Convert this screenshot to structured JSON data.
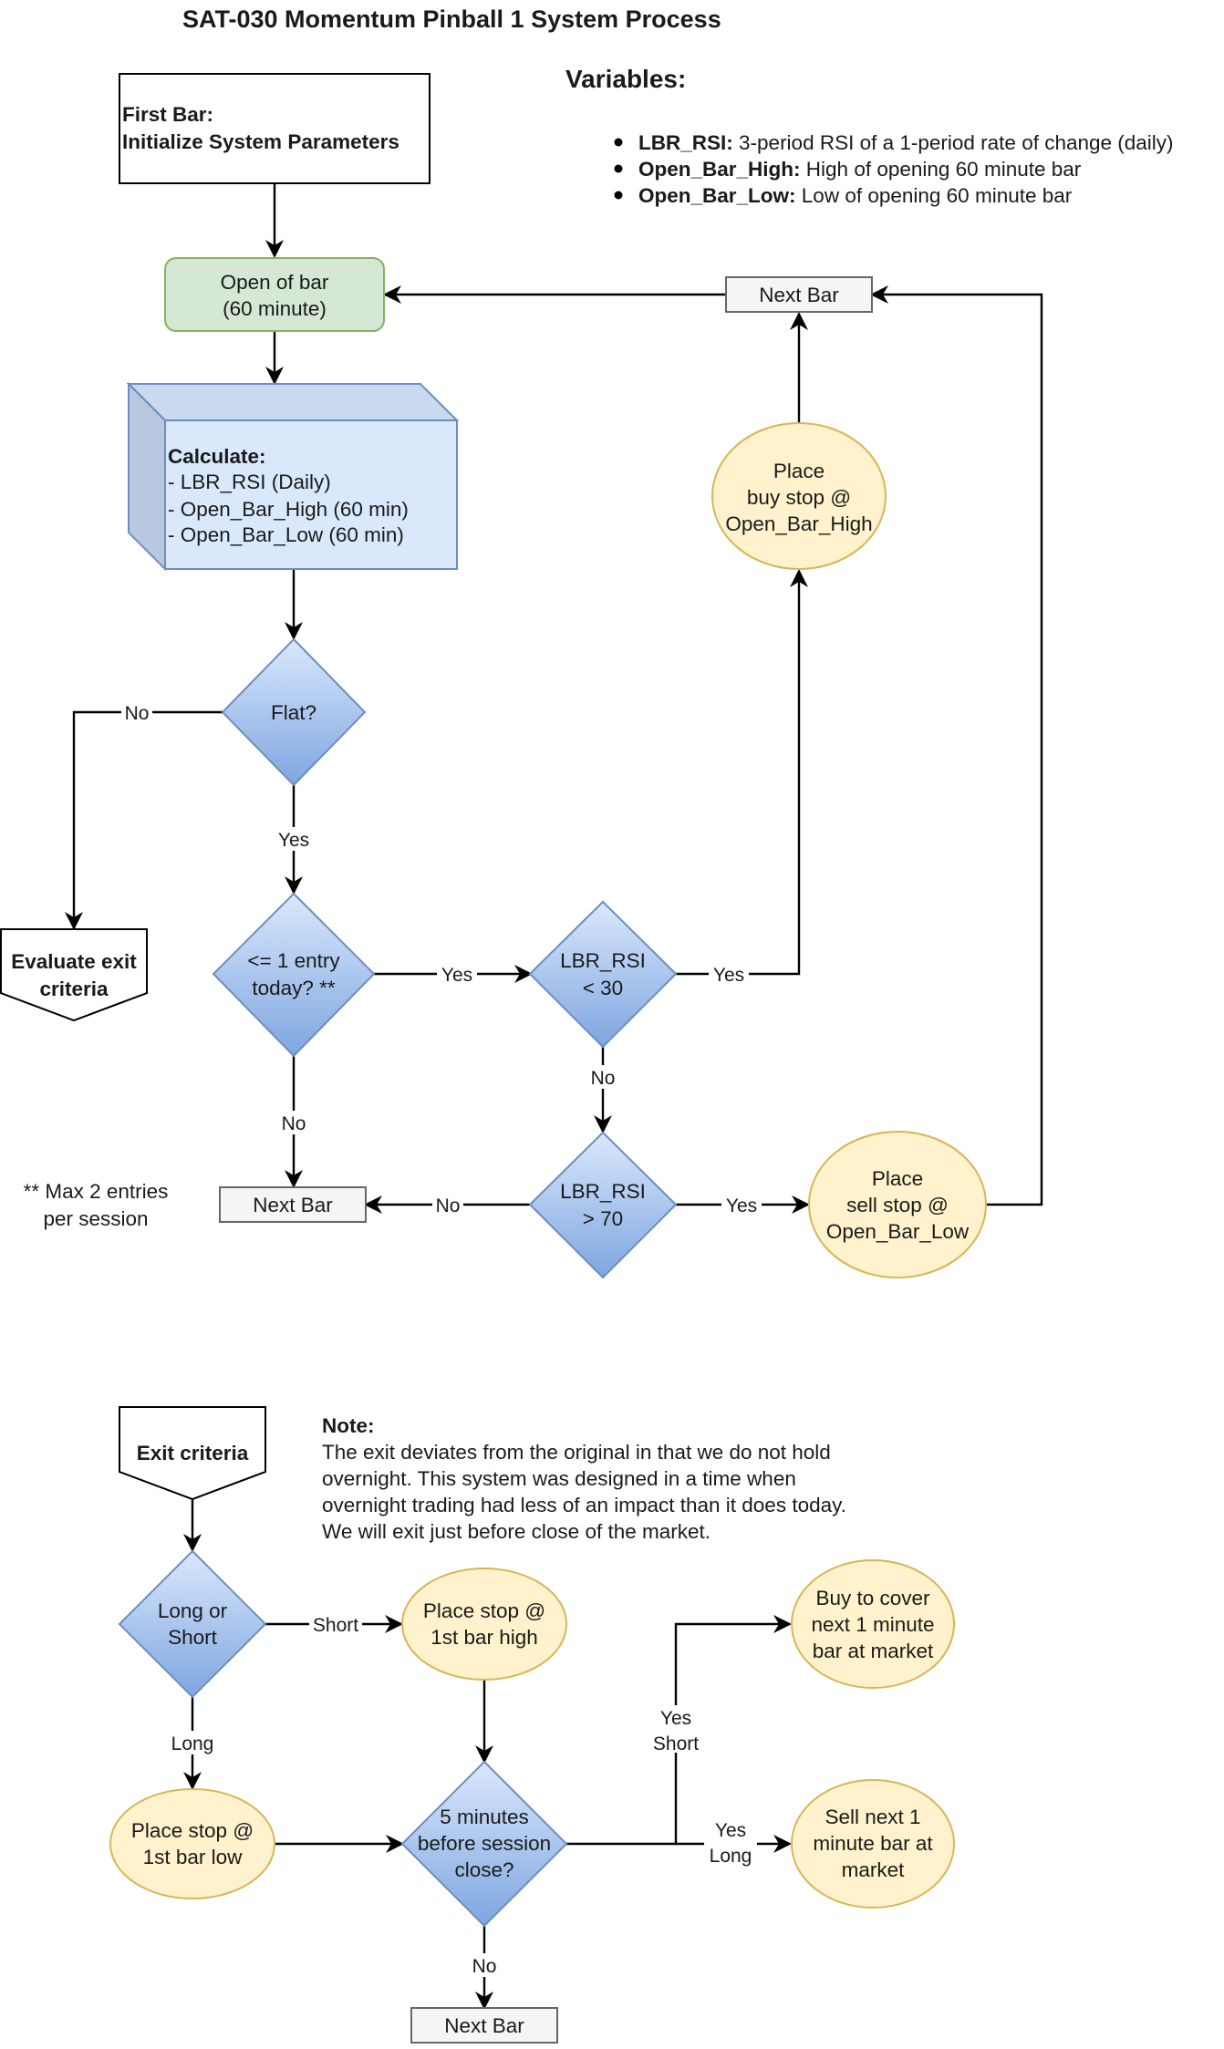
{
  "title": "SAT-030 Momentum Pinball 1 System Process",
  "variables": {
    "heading": "Variables:",
    "items": [
      {
        "name": "LBR_RSI:",
        "desc": "3-period RSI of a 1-period rate of change (daily)"
      },
      {
        "name": "Open_Bar_High:",
        "desc": "High of opening 60 minute bar"
      },
      {
        "name": "Open_Bar_Low:",
        "desc": "Low of opening 60 minute bar"
      }
    ]
  },
  "nodes": {
    "first_bar": [
      "First Bar:",
      "Initialize System Parameters"
    ],
    "open_bar": [
      "Open of bar",
      "(60 minute)"
    ],
    "calculate": [
      "Calculate:",
      "- LBR_RSI (Daily)",
      "- Open_Bar_High (60 min)",
      "- Open_Bar_Low (60 min)"
    ],
    "flat": [
      "Flat?"
    ],
    "entry_check": [
      "<= 1 entry",
      "today? **"
    ],
    "rsi_lt30": [
      "LBR_RSI",
      "< 30"
    ],
    "rsi_gt70": [
      "LBR_RSI",
      "> 70"
    ],
    "buy_stop": [
      "Place",
      "buy stop @",
      "Open_Bar_High"
    ],
    "sell_stop": [
      "Place",
      "sell stop @",
      "Open_Bar_Low"
    ],
    "next_bar_top": [
      "Next Bar"
    ],
    "next_bar_mid": [
      "Next Bar"
    ],
    "evaluate_exit": [
      "Evaluate exit",
      "criteria"
    ],
    "footnote": [
      "** Max 2 entries",
      "per session"
    ],
    "exit_criteria": [
      "Exit criteria"
    ],
    "long_short": [
      "Long or",
      "Short"
    ],
    "stop_high": [
      "Place stop @",
      "1st bar high"
    ],
    "stop_low": [
      "Place stop @",
      "1st bar low"
    ],
    "five_min": [
      "5 minutes",
      "before session",
      "close?"
    ],
    "buy_cover": [
      "Buy to cover",
      "next 1 minute",
      "bar at market"
    ],
    "sell_next": [
      "Sell next 1",
      "minute bar at",
      "market"
    ],
    "next_bar_bottom": [
      "Next Bar"
    ]
  },
  "note": {
    "heading": "Note:",
    "lines": [
      "The exit deviates from the original in that we do not hold",
      "overnight. This system was designed in a time when",
      "overnight trading had less of an impact than it does today.",
      "We will exit just before close of the market."
    ]
  },
  "edge_labels": {
    "flat_no": "No",
    "flat_yes": "Yes",
    "entry_yes": "Yes",
    "entry_no": "No",
    "lt30_yes": "Yes",
    "lt30_no": "No",
    "gt70_no": "No",
    "gt70_yes": "Yes",
    "ls_short": "Short",
    "ls_long": "Long",
    "five_yes_short": [
      "Yes",
      "Short"
    ],
    "five_yes_long": [
      "Yes",
      "Long"
    ],
    "five_no": "No"
  },
  "colors": {
    "green_fill": "#d5e8d4",
    "green_stroke": "#82b366",
    "blue_fill": "#dae8fc",
    "blue_stroke": "#6c8ebf",
    "yellow_fill": "#fff2cc",
    "yellow_stroke": "#d6b656",
    "grey_fill": "#f5f5f5",
    "grey_stroke": "#666666"
  }
}
